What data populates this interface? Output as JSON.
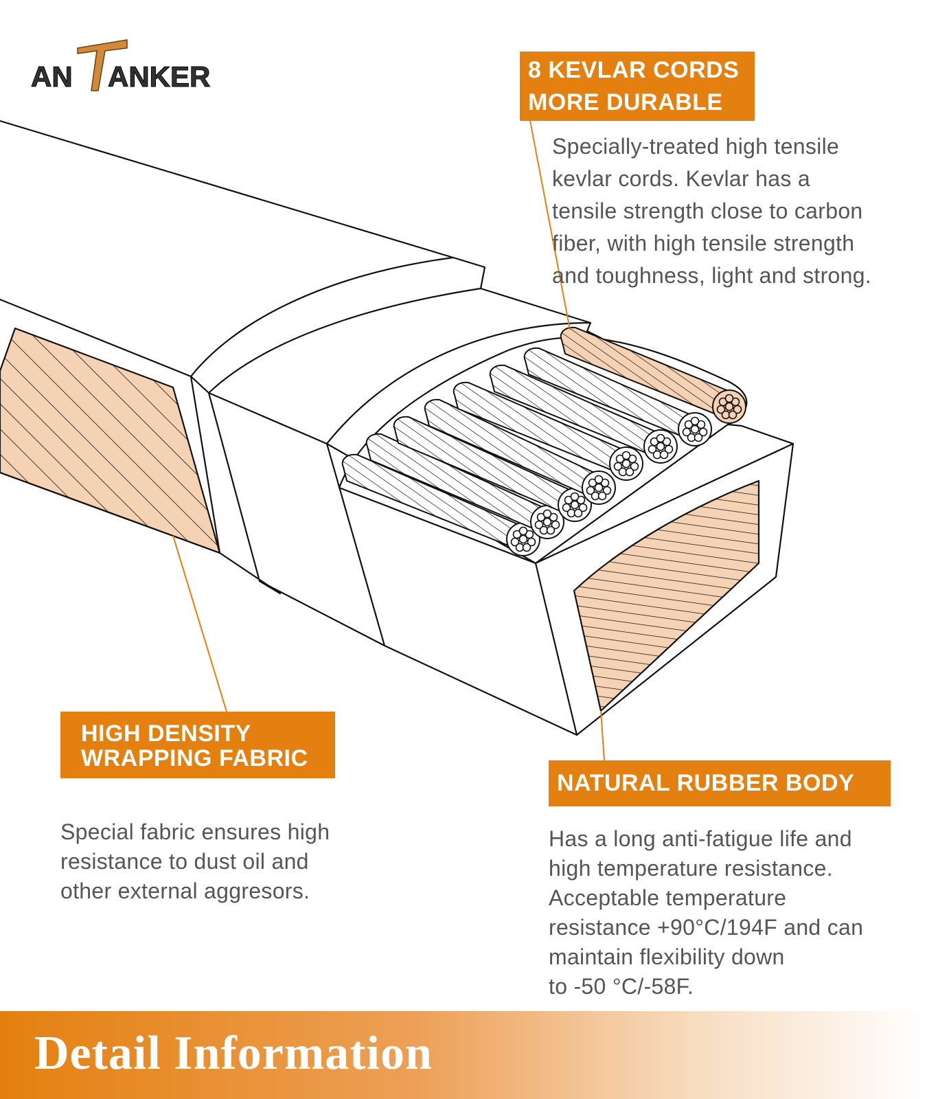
{
  "brand": {
    "logo_text_left": "AN",
    "logo_letter": "T",
    "logo_text_right": "ANKER"
  },
  "callouts": {
    "kevlar": {
      "title_lines": [
        "8 KEVLAR CORDS",
        "MORE DURABLE"
      ],
      "description_lines": [
        "Specially-treated high tensile",
        "kevlar cords. Kevlar has a",
        "tensile strength close to carbon",
        "fiber, with high tensile strength",
        "and toughness, light and strong."
      ]
    },
    "fabric": {
      "title_lines": [
        "HIGH DENSITY",
        "WRAPPING FABRIC"
      ],
      "description_lines": [
        "Special fabric ensures high",
        "resistance to dust oil and",
        "other external aggresors."
      ]
    },
    "rubber": {
      "title_lines": [
        "NATURAL RUBBER BODY"
      ],
      "description_lines": [
        "Has a long anti-fatigue life and",
        "high temperature resistance.",
        "Acceptable temperature",
        "resistance +90°C/194F and can",
        "maintain flexibility down",
        "to -50 °C/-58F."
      ]
    }
  },
  "footer": {
    "title": "Detail Information"
  },
  "colors": {
    "accent": "#e4800f",
    "fill": "#f6d2b5",
    "line": "#111111",
    "text": "#555555"
  }
}
